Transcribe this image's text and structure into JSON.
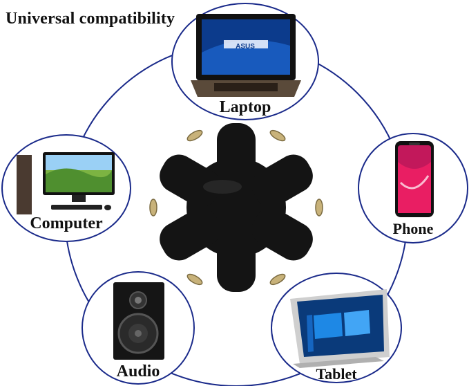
{
  "heading": "Universal compatibility",
  "devices": {
    "laptop": {
      "label": "Laptop",
      "brand": "ASUS"
    },
    "phone": {
      "label": "Phone"
    },
    "tablet": {
      "label": "Tablet"
    },
    "audio": {
      "label": "Audio"
    },
    "computer": {
      "label": "Computer"
    }
  },
  "colors": {
    "ring": "#1a2a8a",
    "splitter": "#141414",
    "jack": "#c8b27a"
  }
}
